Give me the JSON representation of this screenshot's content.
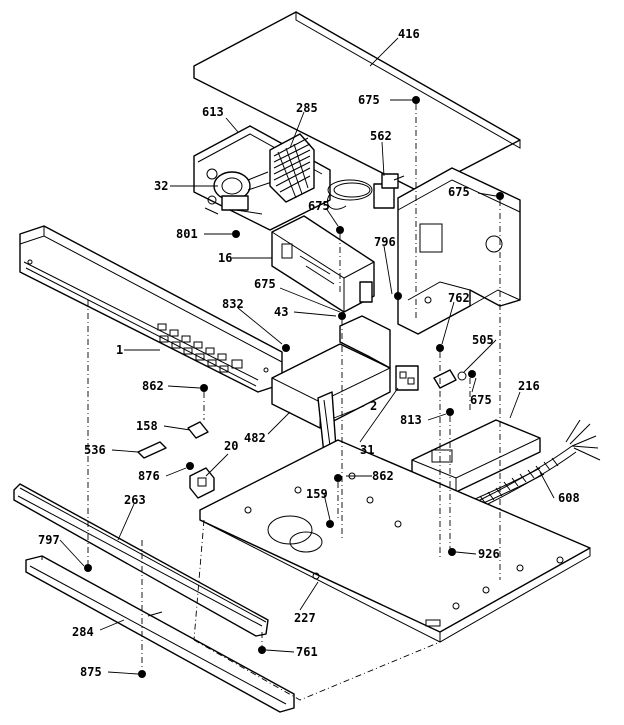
{
  "diagram": {
    "callouts": {
      "c416": "416",
      "c675a": "675",
      "c613": "613",
      "c285": "285",
      "c562": "562",
      "c32": "32",
      "c675b": "675",
      "c675c": "675",
      "c801": "801",
      "c16": "16",
      "c796": "796",
      "c675d": "675",
      "c832": "832",
      "c43": "43",
      "c762": "762",
      "c505": "505",
      "c216": "216",
      "c1": "1",
      "c862a": "862",
      "c675e": "675",
      "c2": "2",
      "c813": "813",
      "c158": "158",
      "c482": "482",
      "c31": "31",
      "c536": "536",
      "c20": "20",
      "c876": "876",
      "c862b": "862",
      "c608": "608",
      "c263": "263",
      "c159": "159",
      "c797": "797",
      "c926": "926",
      "c227": "227",
      "c284": "284",
      "c761": "761",
      "c875": "875"
    }
  }
}
